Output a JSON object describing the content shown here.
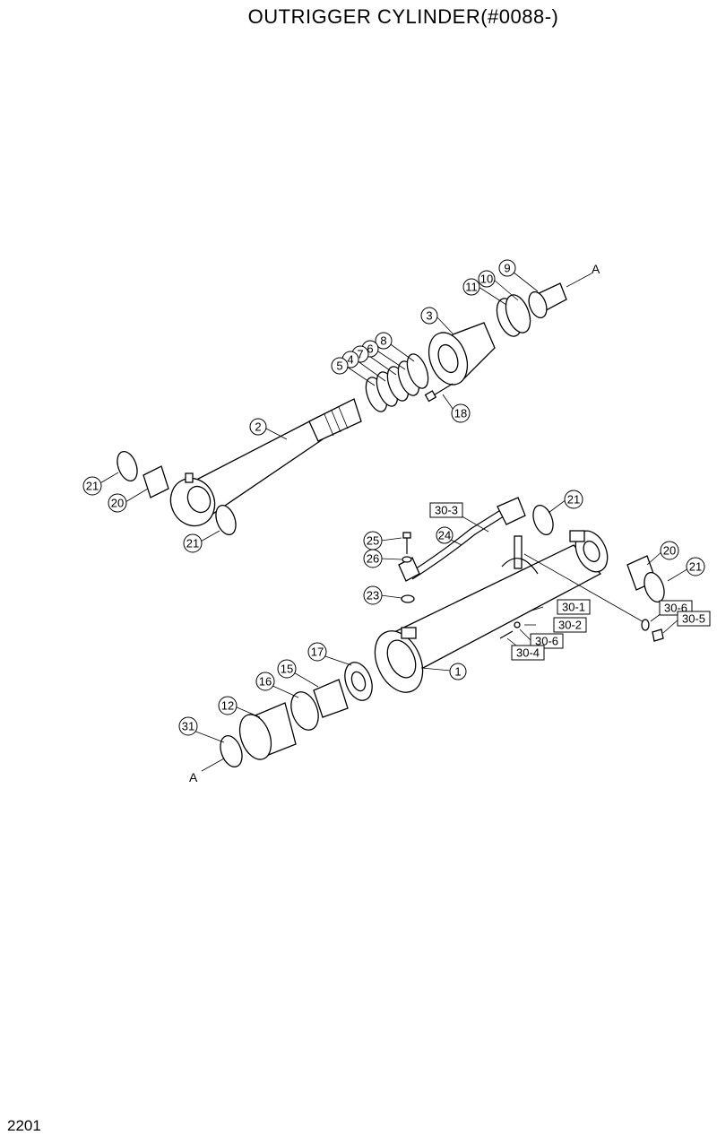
{
  "title": "OUTRIGGER CYLINDER(#0088-)",
  "page_number": "2201",
  "reference_marks": [
    "A",
    "A"
  ],
  "callouts": {
    "p9": "9",
    "p10": "10",
    "p11": "11",
    "p3": "3",
    "p8": "8",
    "p6": "6",
    "p7": "7",
    "p4": "4",
    "p5": "5",
    "p18": "18",
    "p2": "2",
    "p21a": "21",
    "p20a": "20",
    "p21b": "21",
    "p21c": "21",
    "p20b": "20",
    "p21d": "21",
    "p30_3": "30-3",
    "p24": "24",
    "p25": "25",
    "p26": "26",
    "p23": "23",
    "p30_1": "30-1",
    "p30_2": "30-2",
    "p30_6a": "30-6",
    "p30_6b": "30-6",
    "p30_5": "30-5",
    "p30_4": "30-4",
    "p1": "1",
    "p17": "17",
    "p15": "15",
    "p16": "16",
    "p12": "12",
    "p31": "31"
  }
}
